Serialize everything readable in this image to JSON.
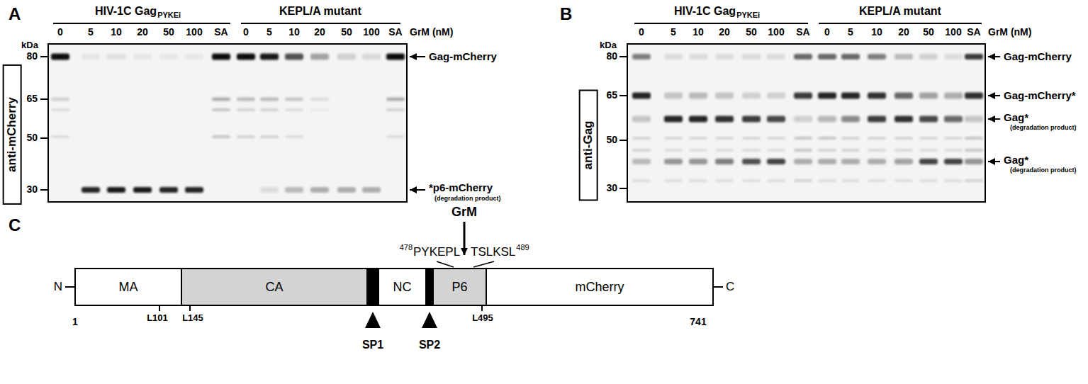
{
  "diagram": {
    "nodes": [
      {
        "text": [
          "MA"
        ]
      },
      {
        "text": [
          "CA"
        ]
      },
      {
        "text": [
          "NC"
        ]
      },
      {
        "text": [
          "P6"
        ]
      },
      {
        "text": [
          "mCherry"
        ]
      }
    ],
    "labels": [
      "A",
      "HIV-1C Gag",
      "PYKEi",
      "KEPL/A mutant",
      "0",
      "5",
      "10",
      "20",
      "50",
      "100",
      "SA",
      "0",
      "5",
      "10",
      "20",
      "50",
      "100",
      "SA",
      "GrM (nM)",
      "kDa",
      "80",
      "65",
      "50",
      "30",
      "anti-mCherry",
      "Gag-mCherry",
      "*p6-mCherry",
      "(degradation product)",
      "B",
      "HIV-1C Gag",
      "PYKEi",
      "KEPL/A mutant",
      "0",
      "5",
      "10",
      "20",
      "50",
      "100",
      "SA",
      "0",
      "5",
      "10",
      "20",
      "50",
      "100",
      "SA",
      "GrM (nM)",
      "kDa",
      "80",
      "65",
      "50",
      "30",
      "anti-Gag",
      "Gag-mCherry",
      "Gag-mCherry*",
      "Gag*",
      "(degradation product)",
      "Gag*",
      "(degradation product)",
      "C",
      "GrM",
      "478",
      "PYKEPL",
      "TSLKSL",
      "489",
      "N",
      "C",
      "1",
      "L101",
      "L145",
      "L495",
      "741",
      "SP1",
      "SP2"
    ]
  }
}
